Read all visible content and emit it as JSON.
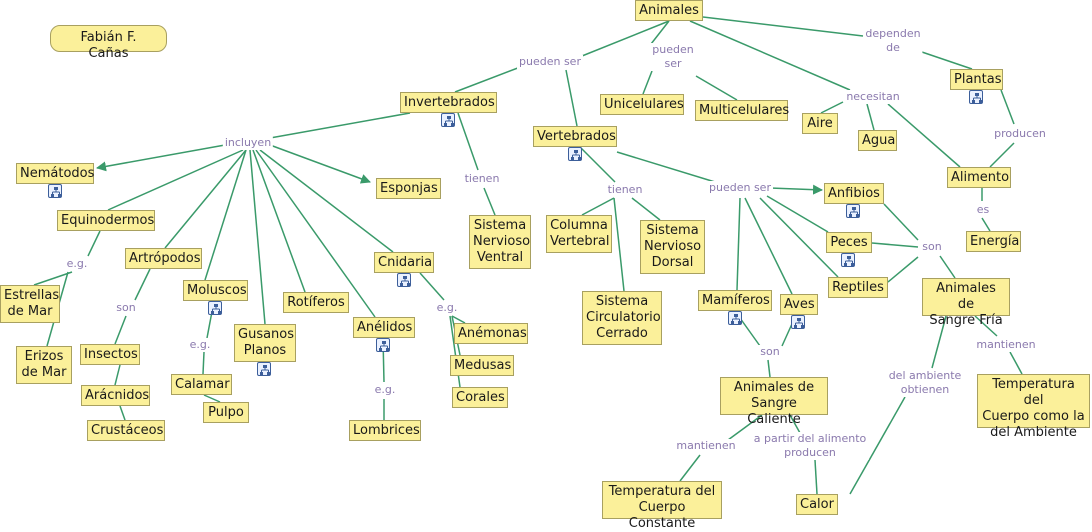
{
  "author": "Fabián F. Cañas",
  "nodes": {
    "animales": "Animales",
    "invertebrados": "Invertebrados",
    "vertebrados": "Vertebrados",
    "unicelulares": "Unicelulares",
    "multicelulares": "Multicelulares",
    "plantas": "Plantas",
    "aire": "Aire",
    "agua": "Agua",
    "alimento": "Alimento",
    "energia": "Energía",
    "nematodos": "Nemátodos",
    "esponjas": "Esponjas",
    "equinodermos": "Equinodermos",
    "estrellas": "Estrellas\nde Mar",
    "erizos": "Erizos\nde Mar",
    "artropodos": "Artrópodos",
    "insectos": "Insectos",
    "aracnidos": "Arácnidos",
    "crustaceos": "Crustáceos",
    "moluscos": "Moluscos",
    "calamar": "Calamar",
    "pulpo": "Pulpo",
    "gusanos": "Gusanos\nPlanos",
    "rotiferos": "Rotíferos",
    "anelidos": "Anélidos",
    "lombrices": "Lombrices",
    "cnidaria": "Cnidaria",
    "anemonas": "Anémonas",
    "medusas": "Medusas",
    "corales": "Corales",
    "sistema_ventral": "Sistema\nNervioso\nVentral",
    "columna": "Columna\nVertebral",
    "sistema_dorsal": "Sistema\nNervioso\nDorsal",
    "circulatorio": "Sistema\nCirculatorio\nCerrado",
    "anfibios": "Anfibios",
    "peces": "Peces",
    "reptiles": "Reptiles",
    "mamiferos": "Mamíferos",
    "aves": "Aves",
    "sangre_fria": "Animales de\nSangre Fría",
    "sangre_caliente": "Animales de\nSangre Caliente",
    "temp_ambiente": "Temperatura del\nCuerpo como la\ndel Ambiente",
    "temp_constante": "Temperatura del\nCuerpo Constante",
    "calor": "Calor"
  },
  "links": {
    "pueden_ser_1": "pueden ser",
    "pueden_ser_2": "pueden\nser",
    "dependen_de": "dependen\nde",
    "necesitan": "necesitan",
    "producen": "producen",
    "es": "es",
    "incluyen": "incluyen",
    "tienen_1": "tienen",
    "tienen_2": "tienen",
    "pueden_ser_3": "pueden ser",
    "eg_1": "e.g.",
    "son_1": "son",
    "eg_2": "e.g.",
    "eg_3": "e.g.",
    "eg_4": "e.g.",
    "son_2": "son",
    "son_3": "son",
    "mantienen_1": "mantienen",
    "del_ambiente": "del ambiente\nobtienen",
    "mantienen_2": "mantienen",
    "a_partir": "a partir del alimento\nproducen"
  },
  "colors": {
    "node_fill": "#fbf09a",
    "node_border": "#a8a060",
    "edge": "#3a9a6a",
    "link_text": "#8a79ad",
    "submap_icon": "#3c5e9a"
  }
}
